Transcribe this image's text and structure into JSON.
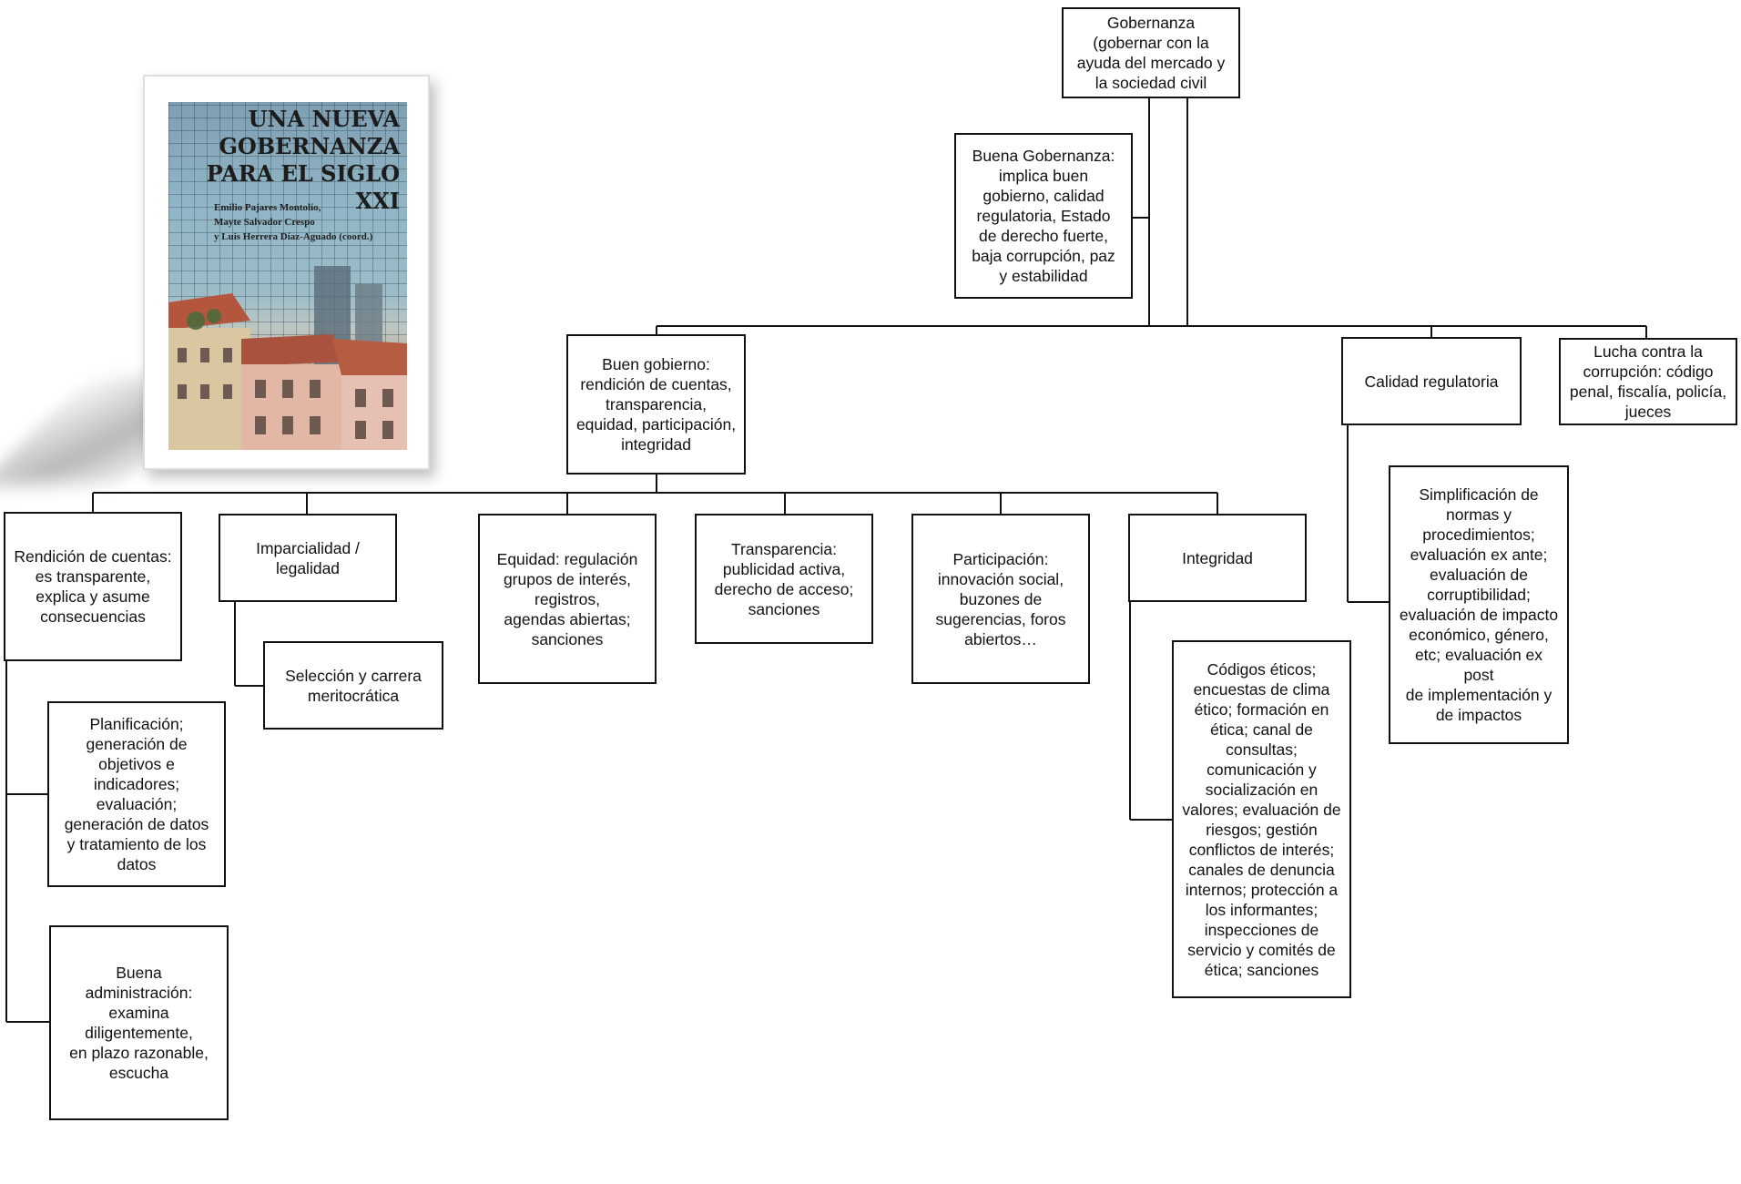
{
  "book": {
    "title_lines": [
      "UNA NUEVA",
      "GOBERNANZA",
      "PARA EL SIGLO XXI"
    ],
    "authors": [
      "Emilio Pajares Montolío,",
      "Mayte Salvador Crespo",
      "y Luis Herrera Díaz-Aguado (coord.)"
    ]
  },
  "nodes": {
    "gobernanza": "Gobernanza\n(gobernar con la\nayuda del mercado y\nla sociedad civil",
    "buena_gobernanza": "Buena Gobernanza:\nimplica buen\ngobierno, calidad\nregulatoria, Estado\nde derecho fuerte,\nbaja corrupción, paz\ny estabilidad",
    "buen_gobierno": "Buen gobierno:\nrendición de cuentas,\ntransparencia,\nequidad, participación,\nintegridad",
    "calidad_regulatoria": "Calidad regulatoria",
    "lucha_corrupcion": "Lucha contra la\ncorrupción: código\npenal, fiscalía, policía,\njueces",
    "rendicion": "Rendición de cuentas:\nes transparente,\nexplica y asume\nconsecuencias",
    "imparcialidad": "Imparcialidad /\nlegalidad",
    "equidad": "Equidad: regulación\ngrupos de interés,\nregistros,\nagendas abiertas;\nsanciones",
    "transparencia": "Transparencia:\npublicidad activa,\nderecho de acceso;\nsanciones",
    "participacion": "Participación:\ninnovación social,\nbuzones de\nsugerencias, foros\nabiertos…",
    "integridad": "Integridad",
    "seleccion": "Selección y carrera\nmeritocrática",
    "planificacion": "Planificación;\ngeneración de\nobjetivos e\nindicadores;\nevaluación;\ngeneración de datos\ny tratamiento de los\ndatos",
    "buena_administracion": "Buena\nadministración:\nexamina\ndiligentemente,\nen plazo razonable,\nescucha",
    "codigos_eticos": "Códigos éticos;\nencuestas de clima\nético; formación en\nética; canal de\nconsultas;\ncomunicación y\nsocialización en\nvalores; evaluación de\nriesgos; gestión\nconflictos de interés;\ncanales de denuncia\ninternos; protección a\nlos informantes;\ninspecciones de\nservicio y comités de\nética; sanciones",
    "simplificacion": "Simplificación de\nnormas y\nprocedimientos;\nevaluación ex ante;\nevaluación de\ncorruptibilidad;\nevaluación de impacto\neconómico, género,\netc; evaluación ex post\nde implementación y\nde impactos"
  }
}
